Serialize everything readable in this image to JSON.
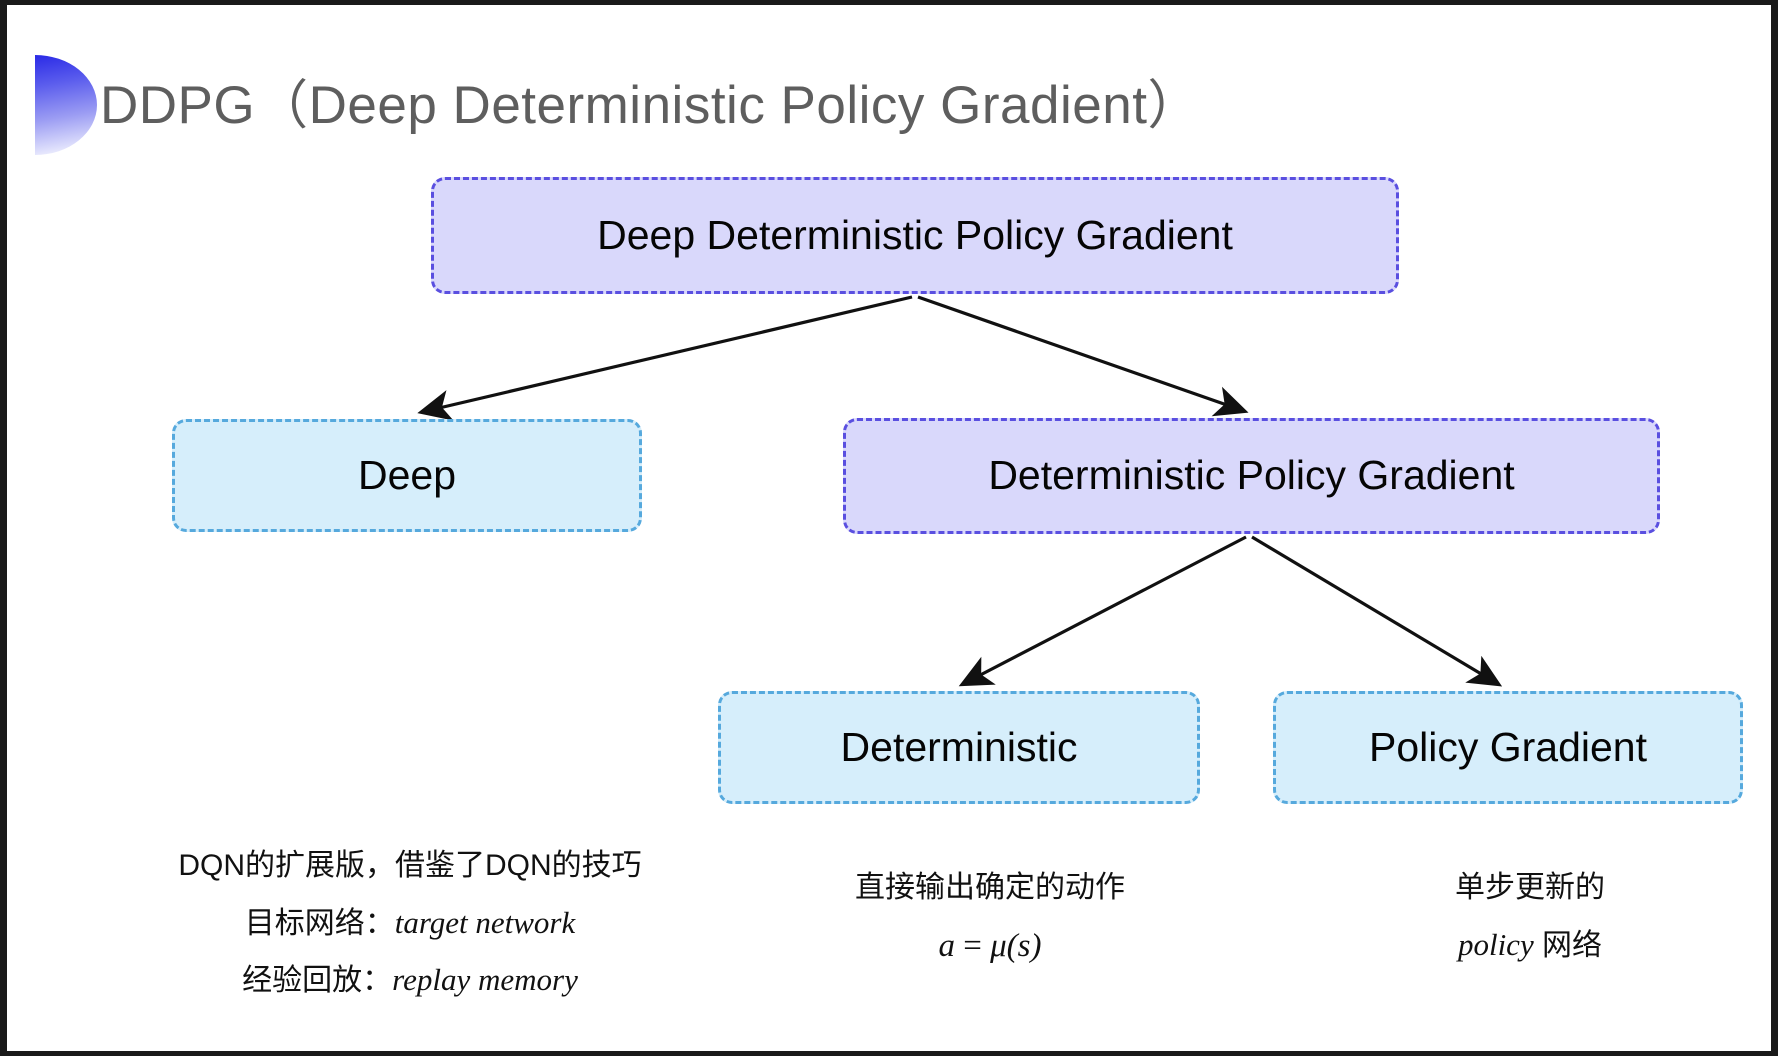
{
  "slide": {
    "title": "DDPG（Deep Deterministic Policy Gradient）",
    "background_color": "#ffffff",
    "title_color": "#5e5e5e",
    "bullet_gradient_from": "#2a2ae6",
    "bullet_gradient_to": "#ffffff"
  },
  "diagram": {
    "type": "tree",
    "node_fill_purple": "#d9d8fb",
    "node_border_purple": "#5a4fe0",
    "node_fill_cyan": "#d6eefb",
    "node_border_cyan": "#56a9dd",
    "arrow_color": "#111111",
    "nodes": [
      {
        "id": "root",
        "label": "Deep Deterministic Policy Gradient",
        "style": "purple"
      },
      {
        "id": "deep",
        "label": "Deep",
        "style": "cyan"
      },
      {
        "id": "dpg",
        "label": "Deterministic Policy Gradient",
        "style": "purple"
      },
      {
        "id": "det",
        "label": "Deterministic",
        "style": "cyan"
      },
      {
        "id": "pg",
        "label": "Policy Gradient",
        "style": "cyan"
      }
    ],
    "edges": [
      {
        "from": "root",
        "to": "deep"
      },
      {
        "from": "root",
        "to": "dpg"
      },
      {
        "from": "dpg",
        "to": "det"
      },
      {
        "from": "dpg",
        "to": "pg"
      }
    ]
  },
  "captions": {
    "deep": {
      "line1": "DQN的扩展版，借鉴了DQN的技巧",
      "line2_label": "目标网络：",
      "line2_term": "target network",
      "line3_label": "经验回放：",
      "line3_term": "replay memory"
    },
    "deterministic": {
      "line1": "直接输出确定的动作",
      "formula_lhs": "a",
      "formula_op": " = ",
      "formula_rhs": "μ(s)"
    },
    "policy_gradient": {
      "line1": "单步更新的",
      "line2_term": "policy",
      "line2_suffix": " 网络"
    }
  }
}
